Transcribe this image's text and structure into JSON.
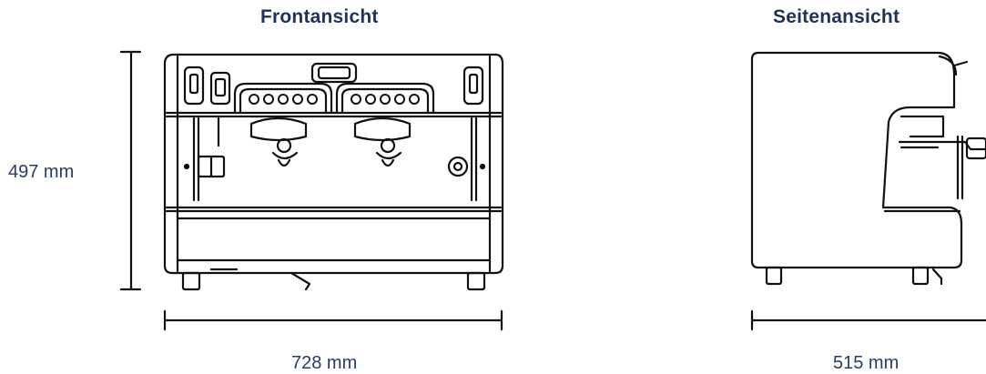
{
  "front_view": {
    "title": "Frontansicht",
    "height_label": "497 mm",
    "width_label": "728 mm"
  },
  "side_view": {
    "title": "Seitenansicht",
    "depth_label": "515 mm"
  },
  "colors": {
    "text_title": "#1f3358",
    "text_dimension": "#2b3d63",
    "line": "#111111"
  }
}
